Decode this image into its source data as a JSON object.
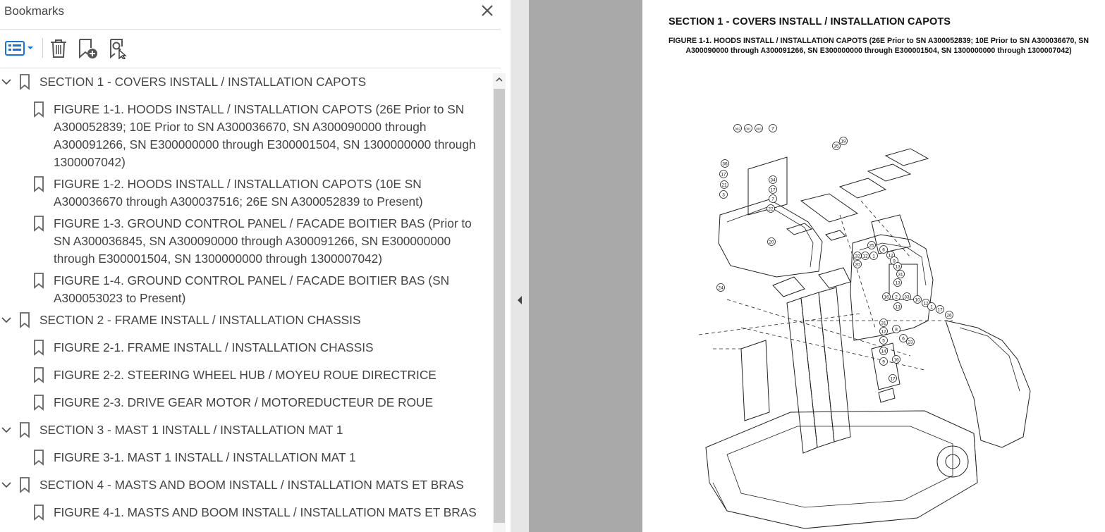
{
  "panel": {
    "title": "Bookmarks",
    "toolbar": {
      "options_icon": "list-options-icon",
      "delete_icon": "trash-icon",
      "add_icon": "add-bookmark-icon",
      "find_icon": "find-bookmark-icon"
    }
  },
  "bookmarks": [
    {
      "level": 0,
      "expanded": true,
      "label": "SECTION 1 - COVERS INSTALL / INSTALLATION CAPOTS"
    },
    {
      "level": 1,
      "label": "FIGURE 1-1. HOODS INSTALL / INSTALLATION CAPOTS (26E Prior to SN A300052839; 10E Prior to SN A300036670, SN A300090000 through A300091266, SN E300000000 through E300001504, SN 1300000000 through 1300007042)"
    },
    {
      "level": 1,
      "label": "FIGURE 1-2. HOODS INSTALL / INSTALLATION CAPOTS (10E SN A300036670 through A300037516; 26E SN A300052839 to Present)"
    },
    {
      "level": 1,
      "label": "FIGURE 1-3. GROUND CONTROL PANEL / FACADE BOITIER BAS (Prior to SN A300036845, SN A300090000 through A300091266, SN E300000000 through E300001504, SN 1300000000 through 1300007042)"
    },
    {
      "level": 1,
      "label": "FIGURE 1-4. GROUND CONTROL PANEL / FACADE BOITIER BAS (SN A300053023 to Present)"
    },
    {
      "level": 0,
      "expanded": true,
      "label": "SECTION 2 - FRAME INSTALL / INSTALLATION CHASSIS"
    },
    {
      "level": 1,
      "label": "FIGURE 2-1. FRAME INSTALL / INSTALLATION CHASSIS"
    },
    {
      "level": 1,
      "label": "FIGURE 2-2. STEERING WHEEL HUB / MOYEU ROUE DIRECTRICE"
    },
    {
      "level": 1,
      "label": "FIGURE 2-3. DRIVE GEAR MOTOR / MOTOREDUCTEUR DE ROUE"
    },
    {
      "level": 0,
      "expanded": true,
      "label": "SECTION 3 - MAST 1 INSTALL / INSTALLATION MAT 1"
    },
    {
      "level": 1,
      "label": "FIGURE 3-1. MAST 1 INSTALL / INSTALLATION MAT 1"
    },
    {
      "level": 0,
      "expanded": true,
      "label": "SECTION 4 - MASTS AND BOOM INSTALL / INSTALLATION MATS ET BRAS"
    },
    {
      "level": 1,
      "label": "FIGURE 4-1. MASTS AND BOOM INSTALL / INSTALLATION MATS ET BRAS"
    }
  ],
  "document": {
    "heading": "SECTION 1 - COVERS INSTALL / INSTALLATION CAPOTS",
    "figure_caption": "FIGURE 1-1. HOODS INSTALL / INSTALLATION CAPOTS (26E Prior to SN A300052839; 10E Prior to SN A300036670, SN A300090000 through A300091266, SN E300000000 through E300001504, SN 1300000000 through 1300007042)",
    "callouts": [
      "002",
      "001",
      "003",
      "7",
      "35",
      "19",
      "36",
      "17",
      "21",
      "3",
      "34",
      "17",
      "7",
      "22",
      "20",
      "24",
      "25",
      "6",
      "12",
      "9",
      "13",
      "31",
      "13",
      "32",
      "12",
      "1",
      "20",
      "16",
      "2",
      "33",
      "10",
      "12",
      "1",
      "17",
      "26",
      "13",
      "31",
      "12",
      "8",
      "6",
      "5",
      "14",
      "9",
      "23",
      "16",
      "17"
    ]
  },
  "colors": {
    "panel_bg": "#ffffff",
    "doc_bg": "#a9a9a9",
    "accent": "#1473e6",
    "text": "#444444"
  }
}
